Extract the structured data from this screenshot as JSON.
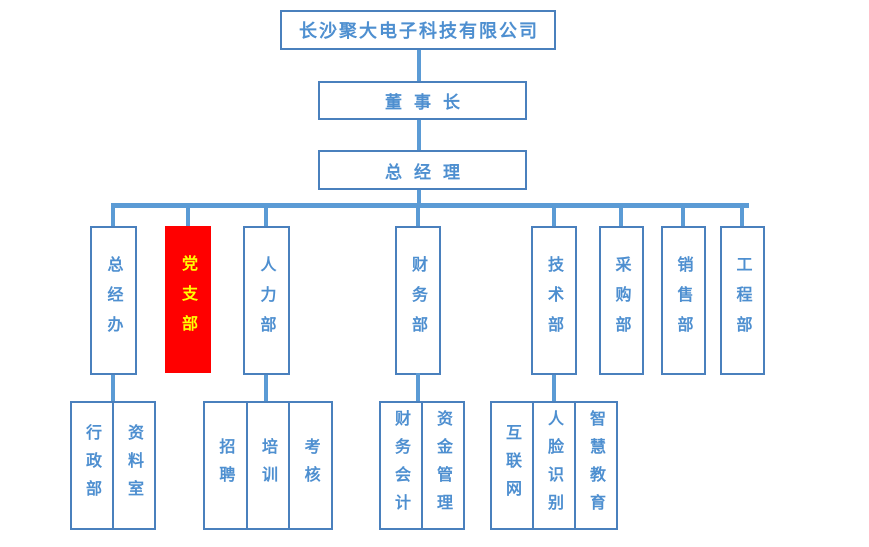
{
  "colors": {
    "line": "#5B9BD5",
    "border": "#4A80BD",
    "text": "#4E8FD0",
    "highlight_bg": "#FF0000",
    "highlight_text": "#FFFF00",
    "bg": "#FFFFFF"
  },
  "nodes": {
    "company": "长沙聚大电子科技有限公司",
    "chairman": "董事长",
    "general_manager": "总经理"
  },
  "departments": [
    {
      "label": "总经办",
      "highlighted": false
    },
    {
      "label": "党支部",
      "highlighted": true
    },
    {
      "label": "人力部",
      "highlighted": false
    },
    {
      "label": "财务部",
      "highlighted": false
    },
    {
      "label": "技术部",
      "highlighted": false
    },
    {
      "label": "采购部",
      "highlighted": false
    },
    {
      "label": "销售部",
      "highlighted": false
    },
    {
      "label": "工程部",
      "highlighted": false
    }
  ],
  "subgroups": [
    {
      "parent": "总经办",
      "items": [
        "行政部",
        "资料室"
      ]
    },
    {
      "parent": "人力部",
      "items": [
        "招聘",
        "培训",
        "考核"
      ]
    },
    {
      "parent": "财务部",
      "items": [
        "财务会计",
        "资金管理"
      ]
    },
    {
      "parent": "技术部",
      "items": [
        "互联网",
        "人脸识别",
        "智慧教育"
      ]
    }
  ]
}
